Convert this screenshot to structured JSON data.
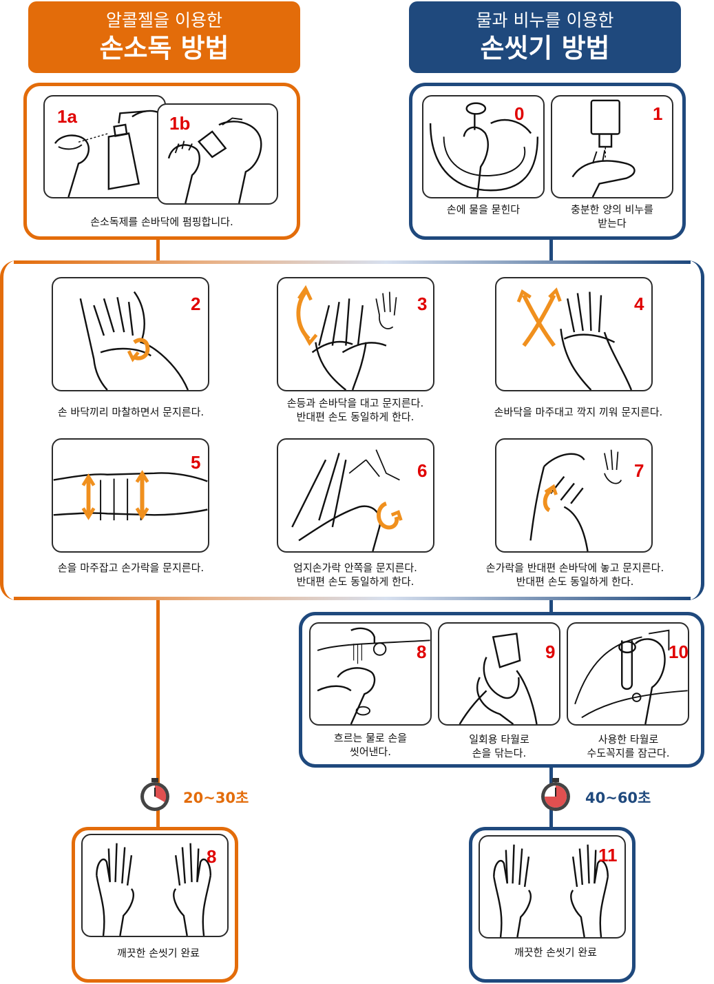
{
  "left_header": {
    "subtitle": "알콜젤을 이용한",
    "title": "손소독 방법"
  },
  "right_header": {
    "subtitle": "물과 비누를 이용한",
    "title": "손씻기 방법"
  },
  "steps": {
    "s1a": {
      "num": "1a"
    },
    "s1b": {
      "num": "1b"
    },
    "s1ab_caption": "손소독제를 손바닥에 펌핑합니다.",
    "s0": {
      "num": "0",
      "caption": "손에 물을 묻힌다"
    },
    "s1": {
      "num": "1",
      "caption_l1": "충분한 양의 비누를",
      "caption_l2": "받는다"
    },
    "s2": {
      "num": "2",
      "caption": "손 바닥끼리 마찰하면서 문지른다."
    },
    "s3": {
      "num": "3",
      "caption_l1": "손등과 손바닥을 대고 문지른다.",
      "caption_l2": "반대편 손도 동일하게 한다."
    },
    "s4": {
      "num": "4",
      "caption": "손바닥을 마주대고 깍지 끼워 문지른다."
    },
    "s5": {
      "num": "5",
      "caption": "손을 마주잡고 손가락을 문지른다."
    },
    "s6": {
      "num": "6",
      "caption_l1": "엄지손가락 안쪽을 문지른다.",
      "caption_l2": "반대편 손도 동일하게 한다."
    },
    "s7": {
      "num": "7",
      "caption_l1": "손가락을 반대편 손바닥에 놓고 문지른다.",
      "caption_l2": "반대편 손도 동일하게 한다."
    },
    "s8w": {
      "num": "8",
      "caption_l1": "흐르는 물로 손을",
      "caption_l2": "씻어낸다."
    },
    "s9": {
      "num": "9",
      "caption_l1": "일회용 타월로",
      "caption_l2": "손을 닦는다."
    },
    "s10": {
      "num": "10",
      "caption_l1": "사용한 타월로",
      "caption_l2": "수도꼭지를 잠근다."
    },
    "s8f": {
      "num": "8",
      "caption": "깨끗한 손씻기 완료"
    },
    "s11": {
      "num": "11",
      "caption": "깨끗한 손씻기 완료"
    }
  },
  "timers": {
    "left": "20~30초",
    "right": "40~60초"
  },
  "colors": {
    "orange": "#E36C0A",
    "navy": "#1F497D",
    "step_number": "#E00000",
    "arrow": "#F0901E"
  }
}
